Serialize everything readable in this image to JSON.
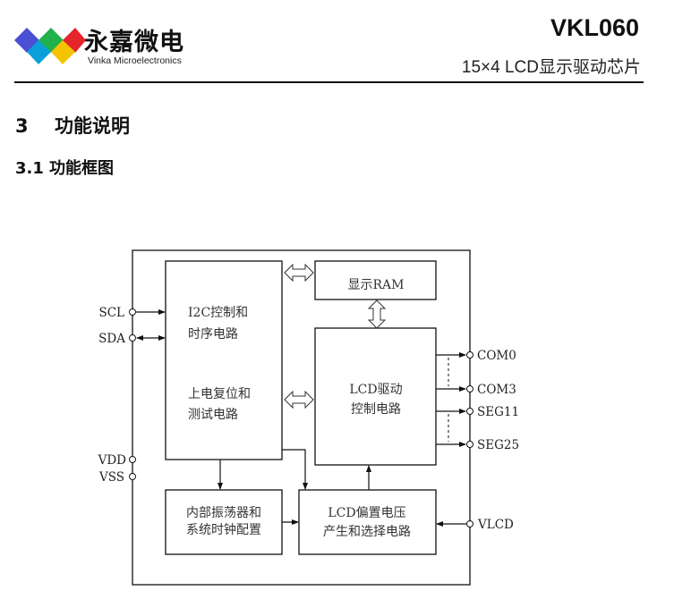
{
  "header": {
    "logo": {
      "name_cn": "永嘉微电",
      "name_en": "Vinka Microelectronics",
      "colors": [
        "#4a4fd6",
        "#22b04a",
        "#e5242b",
        "#0a9fd8",
        "#f5c400"
      ]
    },
    "title": "VKL060",
    "subtitle": "15×4 LCD显示驱动芯片"
  },
  "section": {
    "number": "3",
    "title": "功能说明"
  },
  "subsection": {
    "number": "3.1",
    "title": "功能框图"
  },
  "diagram": {
    "blocks": {
      "i2c": {
        "line1": "I2C控制和",
        "line2": "时序电路"
      },
      "reset": {
        "line1": "上电复位和",
        "line2": "测试电路"
      },
      "ram": {
        "label": "显示RAM"
      },
      "lcd_driver": {
        "line1": "LCD驱动",
        "line2": "控制电路"
      },
      "oscillator": {
        "line1": "内部振荡器和",
        "line2": "系统时钟配置"
      },
      "bias": {
        "line1": "LCD偏置电压",
        "line2": "产生和选择电路"
      }
    },
    "pins": {
      "scl": "SCL",
      "sda": "SDA",
      "vdd": "VDD",
      "vss": "VSS",
      "com0": "COM0",
      "com3": "COM3",
      "seg11": "SEG11",
      "seg25": "SEG25",
      "vlcd": "VLCD"
    },
    "colors": {
      "line": "#111111",
      "text": "#333333"
    }
  }
}
